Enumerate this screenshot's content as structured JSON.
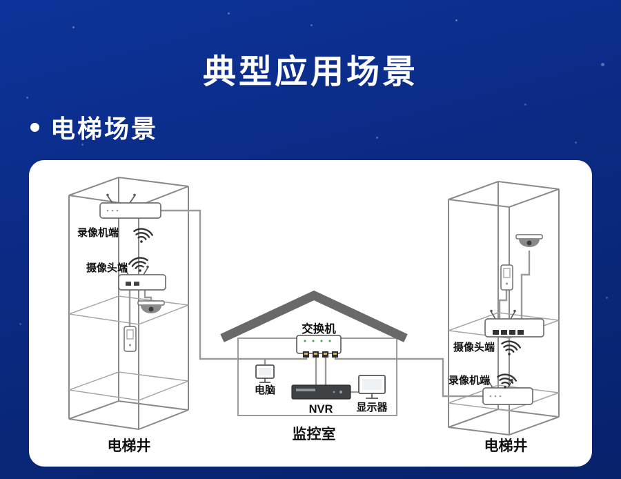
{
  "page": {
    "title": "典型应用场景",
    "section": "电梯场景"
  },
  "diagram": {
    "left_shaft": {
      "recorder_label": "录像机端",
      "camera_label": "摄像头端",
      "caption": "电梯井"
    },
    "control_room": {
      "switch_label": "交换机",
      "pc_label": "电脑",
      "nvr_label": "NVR",
      "monitor_label": "显示器",
      "caption": "监控室"
    },
    "right_shaft": {
      "camera_label": "摄像头端",
      "recorder_label": "录像机端",
      "caption": "电梯井"
    }
  },
  "icons": {
    "wifi_icon": "three-arc wireless signal fan with dot",
    "dome_camera_icon": "ceiling dome camera with lens",
    "wall_device_icon": "small wall-mounted panel",
    "bridge_device_icon": "white wireless bridge box with two antennas",
    "switch_icon": "4-port network switch box",
    "pc_icon": "small monitor with stand",
    "nvr_icon": "dark rack recorder box",
    "monitor_icon": "display screen with stand"
  },
  "colors": {
    "background_top": "#0d339a",
    "background_bottom": "#08216b",
    "panel": "#ffffff",
    "wire": "#9a9a9a",
    "frame": "#8a8a8a",
    "roof": "#696969",
    "label_text": "#111111",
    "title_text": "#ffffff"
  }
}
